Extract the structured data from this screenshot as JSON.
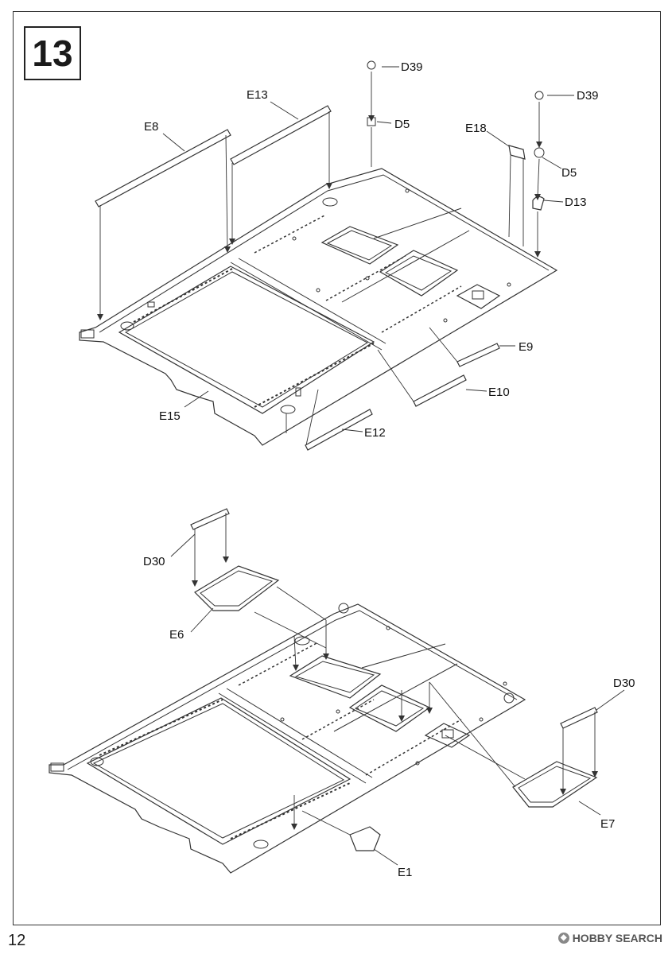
{
  "step_number": "13",
  "page_number": "12",
  "watermark": {
    "brand": "HOBBY SEARCH",
    "logo_icon": "hobbysearch-logo-icon"
  },
  "upper_callouts": {
    "d39_a": "D39",
    "d5_a": "D5",
    "e13": "E13",
    "e8": "E8",
    "e18": "E18",
    "d39_b": "D39",
    "d5_b": "D5",
    "d13": "D13",
    "e9": "E9",
    "e10": "E10",
    "e15": "E15",
    "e12": "E12"
  },
  "lower_callouts": {
    "d30_a": "D30",
    "e6": "E6",
    "d30_b": "D30",
    "e7": "E7",
    "e1": "E1"
  }
}
